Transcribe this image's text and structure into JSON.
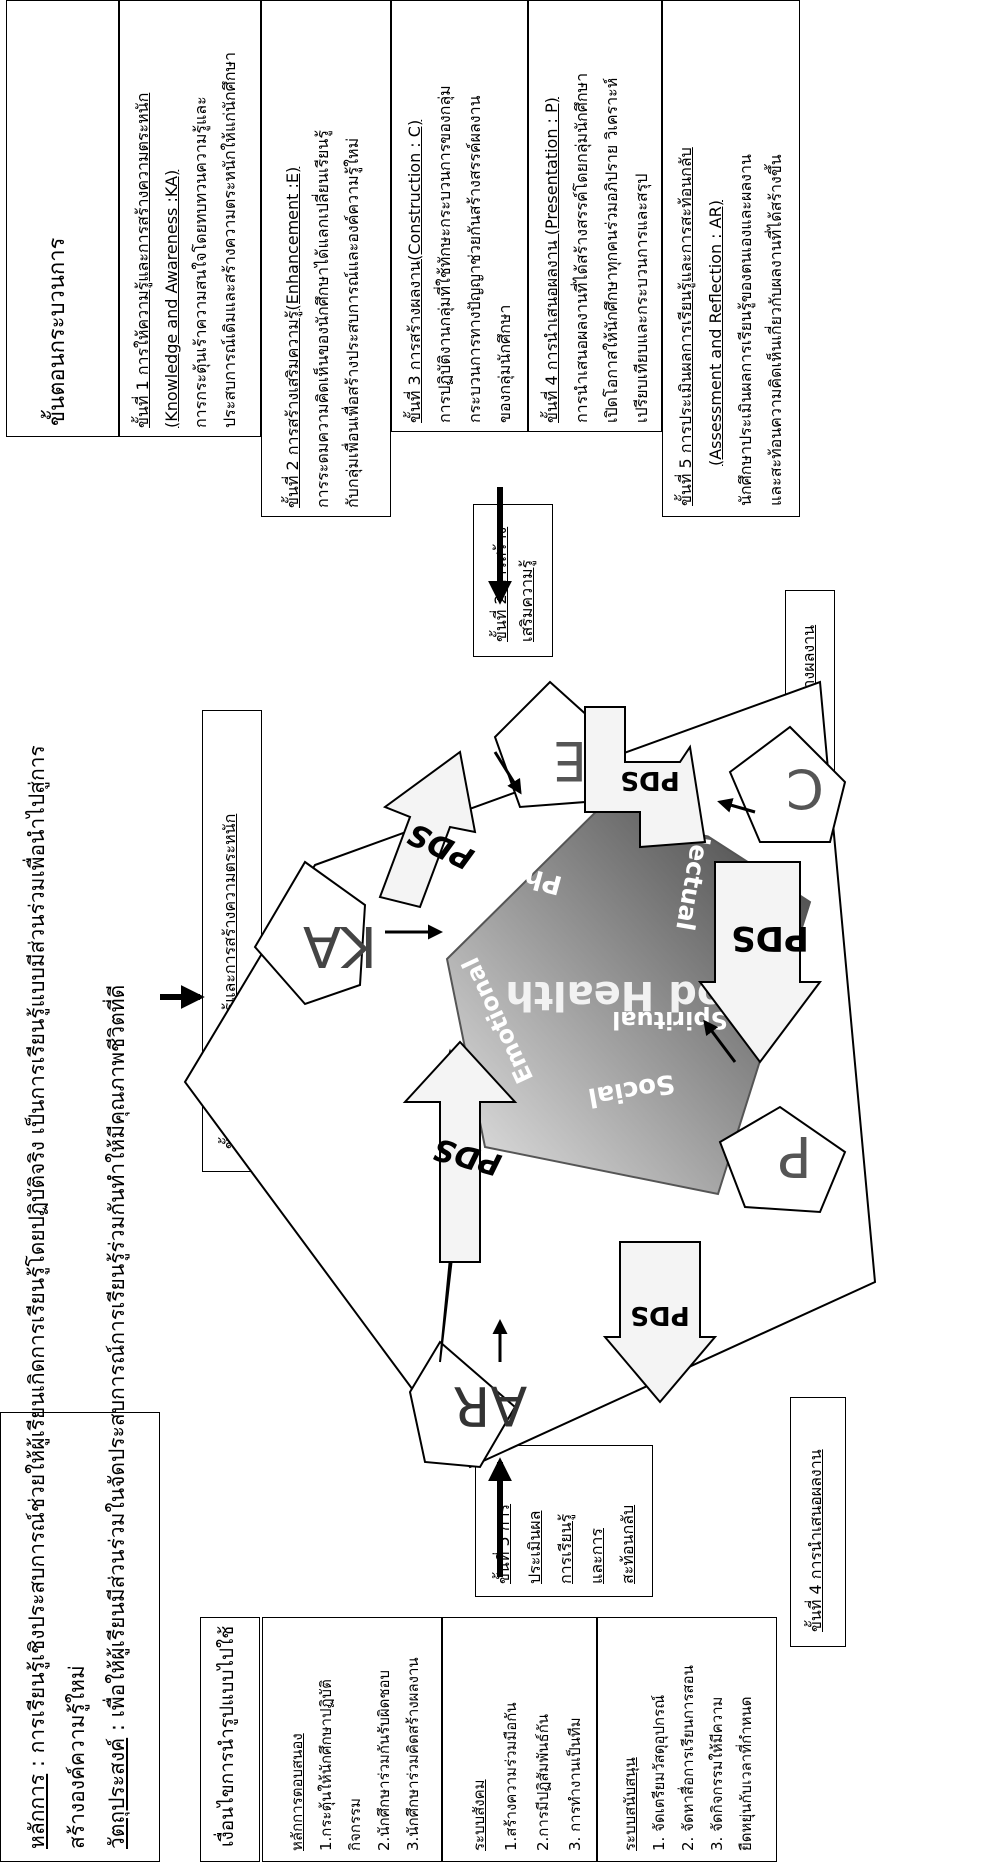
{
  "principle": {
    "label": "หลักการ",
    "sep": " : ",
    "text1": "การเรียนรู้เชิงประสบการณ์ช่วยให้ผู้เรียนเกิดการเรียนรู้โดยปฏิบัติจริง เป็นการเรียนรู้แบบมีส่วนร่วมเพื่อนำไปสู่การ",
    "text2": "สร้างองค์ความรู้ใหม่",
    "objective_label": "วัตถุประสงค์",
    "objective_text": " : เพื่อให้ผู้เรียนมีส่วนร่วมในจัดประสบการณ์การเรียนรู้ร่วมกันทำให้มีคุณภาพชีวิตที่ดี"
  },
  "steps_header": "ขั้นตอนกระบวนการ",
  "steps": [
    {
      "lines": [
        "ขั้นที่ 1  การให้ความรู้และการสร้างความตระหนัก",
        "(Knowledge and Awareness :KA)",
        "การกระตุ้นเร้าความสนใจโดยทบทวนความรู้และ",
        "ประสบการณ์เดิมและสร้างความตระหนักให้แก่นักศึกษา"
      ]
    },
    {
      "lines": [
        "ขั้นที่ 2 การสร้างเสริมความรู้(Enhancement :E)",
        "การระดมความคิดเห็นของนักศึกษาได้แลกเปลี่ยนเรียนรู้",
        "กับกลุ่มเพื่อนเพื่อสร้างประสบการณ์และองค์ความรู้ใหม่"
      ]
    },
    {
      "lines": [
        "ขั้นที่ 3 การสร้างผลงาน(Construction : C)",
        "การปฏิบัติงานกลุ่มที่ใช้ทักษะกระบวนการของกลุ่ม",
        "กระบวนการทางปัญญาช่วยกันสร้างสรรค์ผลงาน",
        "ของกลุ่มนักศึกษา"
      ]
    },
    {
      "lines": [
        "ขั้นที่ 4 การนำเสนอผลงาน (Presentation : P)",
        "การนำเสนอผลงานที่ได้สร้างสรรค์โดยกลุ่มนักศึกษา",
        "เปิดโอกาสให้นักศึกษาทุกคนร่วมอภิปราย วิเคราะห์",
        "เปรียบเทียบและกระบวนการและสรุป"
      ]
    },
    {
      "lines": [
        "ขั้นที่ 5 การประเมินผลการเรียนรู้และการสะท้อนกลับ",
        "(Assessment and Reflection : AR)",
        "นักศึกษาประเมินผลการเรียนรู้ของตนเองและผลงาน",
        "และสะท้อนความคิดเห็นเกี่ยวกับผลงานที่ได้สร้างขึ้น"
      ]
    }
  ],
  "conditions": {
    "header": "เงื่อนไขการนำรูปแบบไปใช้",
    "response": {
      "title": "หลักการตอบสนอง",
      "items": [
        "1.กระตุ้นให้นักศึกษาปฏิบัติ",
        "กิจกรรม",
        "2.นักศึกษาร่วมกันรับผิดชอบ",
        "3.นักศึกษาร่วมคิดสร้างผลงาน"
      ]
    },
    "social": {
      "title": "ระบบสังคม",
      "items": [
        "1.สร้างความร่วมมือกัน",
        "2.การมีปฏิสัมพันธ์กัน",
        "3. การทำงานเป็นทีม"
      ]
    },
    "support": {
      "title": "ระบบสนับสนุน",
      "items": [
        "1. จัดเตรียมวัสดุอุปกรณ์",
        "2. จัดหาสื่อการเรียนการสอน",
        "3. จัดกิจกรรมให้มีความ",
        "ยืดหยุ่นกับเวลาที่กำหนด"
      ]
    }
  },
  "callouts": {
    "ka": [
      "ขั้นที่ 1  การให้ความรู้และการสร้างความตระหนัก"
    ],
    "e": [
      "ขั้นที่ 2 การสร้าง",
      "เสริมความรู้"
    ],
    "c": [
      "ขั้นที่ 3 การสร้างผลงาน"
    ],
    "p": [
      "ขั้นที่ 4 การนำเสนอผลงาน"
    ],
    "ar": [
      "ขั้นที่ 5 การ",
      "ประเมินผล",
      "การเรียนรู้",
      "และการ",
      "สะท้อนกลับ"
    ]
  },
  "cycle": {
    "nodes": {
      "ka": "KA",
      "e": "E",
      "c": "C",
      "p": "P",
      "ar": "AR"
    },
    "arrow_label": "PDS",
    "center": {
      "title": "Good Health",
      "physical": "Physical",
      "intellectual": "Intellectual",
      "spiritual": "Spiritual",
      "social": "Social",
      "emotional": "Emotional"
    }
  }
}
